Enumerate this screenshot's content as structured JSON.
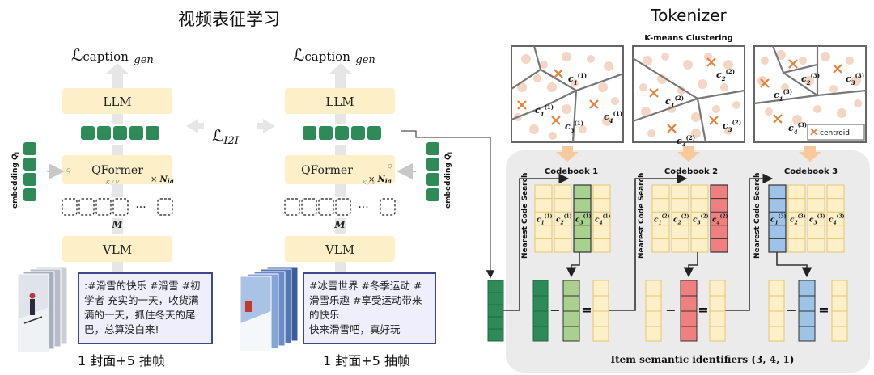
{
  "left": {
    "title": "视频表征学习",
    "loss_caption": "caption",
    "loss_caption_sub": "gen",
    "loss_i2i": "I2I",
    "llm": "LLM",
    "qformer": "QFormer",
    "qformer_q": "Q",
    "qformer_kv": "K / V",
    "nia_times": "× ",
    "nia": "N",
    "nia_sub": "ia",
    "vlm": "VLM",
    "m": "M",
    "dots": "···",
    "embedding_label": "embedding",
    "q_label": "Q",
    "q_sub": "i",
    "caption1": ":#滑雪的快乐 #滑雪 #初学者 充实的一天，收货满满的一天，抓住冬天的尾巴，总算没白来!",
    "caption2": "#冰雪世界 #冬季运动 #滑雪乐趣 #享受运动带来的快乐\n快来滑雪吧，真好玩",
    "frames_label": "1 封面+5 抽帧"
  },
  "right": {
    "title": "Tokenizer",
    "kmeans": "K-means Clustering",
    "centroid": "centroid",
    "nearest_search": "Nearest Code Search",
    "codebooks": [
      "Codebook 1",
      "Codebook 2",
      "Codebook 3"
    ],
    "item_ids": "Item semantic identifiers (3, 4, 1)",
    "equals": "=",
    "minus": "−"
  },
  "colors": {
    "green": "#2e8b57",
    "yellow_box": "#fdf0c8",
    "light_green": "#a9d18e",
    "red": "#f08080",
    "blue": "#9dc3e6",
    "panel_gray": "#ebebeb",
    "caption_border": "#3b4a8a",
    "caption_bg": "#eeeefc",
    "orange": "#e8823a"
  }
}
